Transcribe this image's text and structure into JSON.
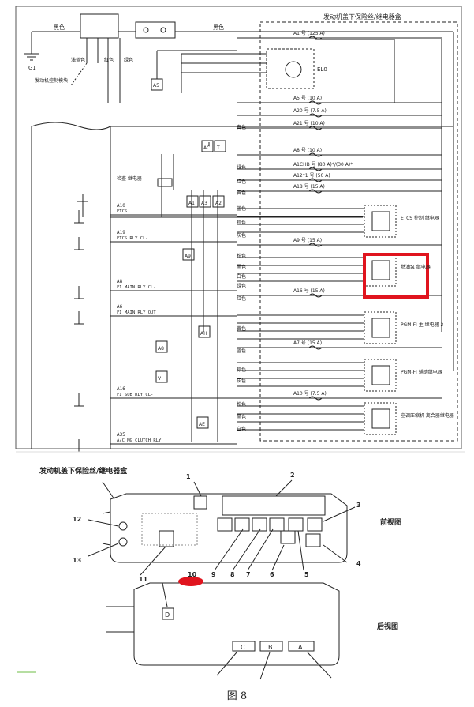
{
  "caption": "图 8",
  "schematic": {
    "box_title": "发动机盖下保险丝/继电器盒",
    "top_labels": [
      "黑色",
      "黑色"
    ],
    "battery_label": "G1",
    "left_wire_labels": [
      "浅蓝色",
      "红色",
      "绿色"
    ],
    "left_label": "发动机控制模块",
    "relay_top_label": "EL0",
    "fuses": [
      {
        "id": "f1",
        "label": "A1 号 (125 A)"
      },
      {
        "id": "f2",
        "label": "A5 号 (10 A)"
      },
      {
        "id": "f3",
        "label": "A20 号 (7.5 A)"
      },
      {
        "id": "f4",
        "label": "A21 号 (10 A)"
      },
      {
        "id": "f5",
        "label": "A8 号 (10 A)"
      },
      {
        "id": "f6",
        "label": "A1CHB 号 (80 A)*/(30 A)*"
      },
      {
        "id": "f7",
        "label": "A12*1 号 (50 A)"
      },
      {
        "id": "f8",
        "label": "A18 号 (15 A)"
      },
      {
        "id": "f9",
        "label": "A9 号 (15 A)"
      },
      {
        "id": "f10",
        "label": "A16 号 (15 A)"
      },
      {
        "id": "f11",
        "label": "A7 号 (15 A)"
      },
      {
        "id": "f12",
        "label": "A10 号 (7.5 A)"
      }
    ],
    "relays": [
      {
        "id": "r1",
        "label": "ETCS 控制 继电器"
      },
      {
        "id": "r2",
        "label": "燃油泵 继电器"
      },
      {
        "id": "r3",
        "label": "PGM-FI 主 继电器 2"
      },
      {
        "id": "r4",
        "label": "PGM-FI 辅助继电器"
      },
      {
        "id": "r5",
        "label": "空调压缩机 离合器继电器"
      }
    ],
    "ecm_pins": [
      {
        "id": "p1",
        "label": "A10",
        "sub": "ETCS"
      },
      {
        "id": "p2",
        "label": "A19",
        "sub": "ETCS RLY CL-"
      },
      {
        "id": "p3",
        "label": "A8",
        "sub": "FI MAIN RLY CL-"
      },
      {
        "id": "p4",
        "label": "A6",
        "sub": "FI MAIN RLY OUT"
      },
      {
        "id": "p5",
        "label": "A16",
        "sub": "FI SUB RLY CL-"
      },
      {
        "id": "p6",
        "label": "A35",
        "sub": "A/C MG CLUTCH RLY"
      }
    ],
    "wire_colors": [
      "白色",
      "绿色",
      "红色",
      "黄色",
      "蓝色",
      "棕色",
      "灰色",
      "粉色",
      "黑色"
    ],
    "connector_labels": [
      "A5",
      "AC",
      "T",
      "A1",
      "A3",
      "A2",
      "A9",
      "AH",
      "A8",
      "V",
      "AE"
    ],
    "side_text": "检查 继电器"
  },
  "legend": {
    "title": "发动机盖下保险丝/继电器盒",
    "front_view": "前视图",
    "rear_view": "后视图",
    "numbers": [
      "1",
      "2",
      "3",
      "4",
      "5",
      "6",
      "7",
      "8",
      "9",
      "10",
      "11",
      "12",
      "13"
    ],
    "rear_connectors": [
      "C",
      "B",
      "A"
    ],
    "rear_d": "D"
  }
}
